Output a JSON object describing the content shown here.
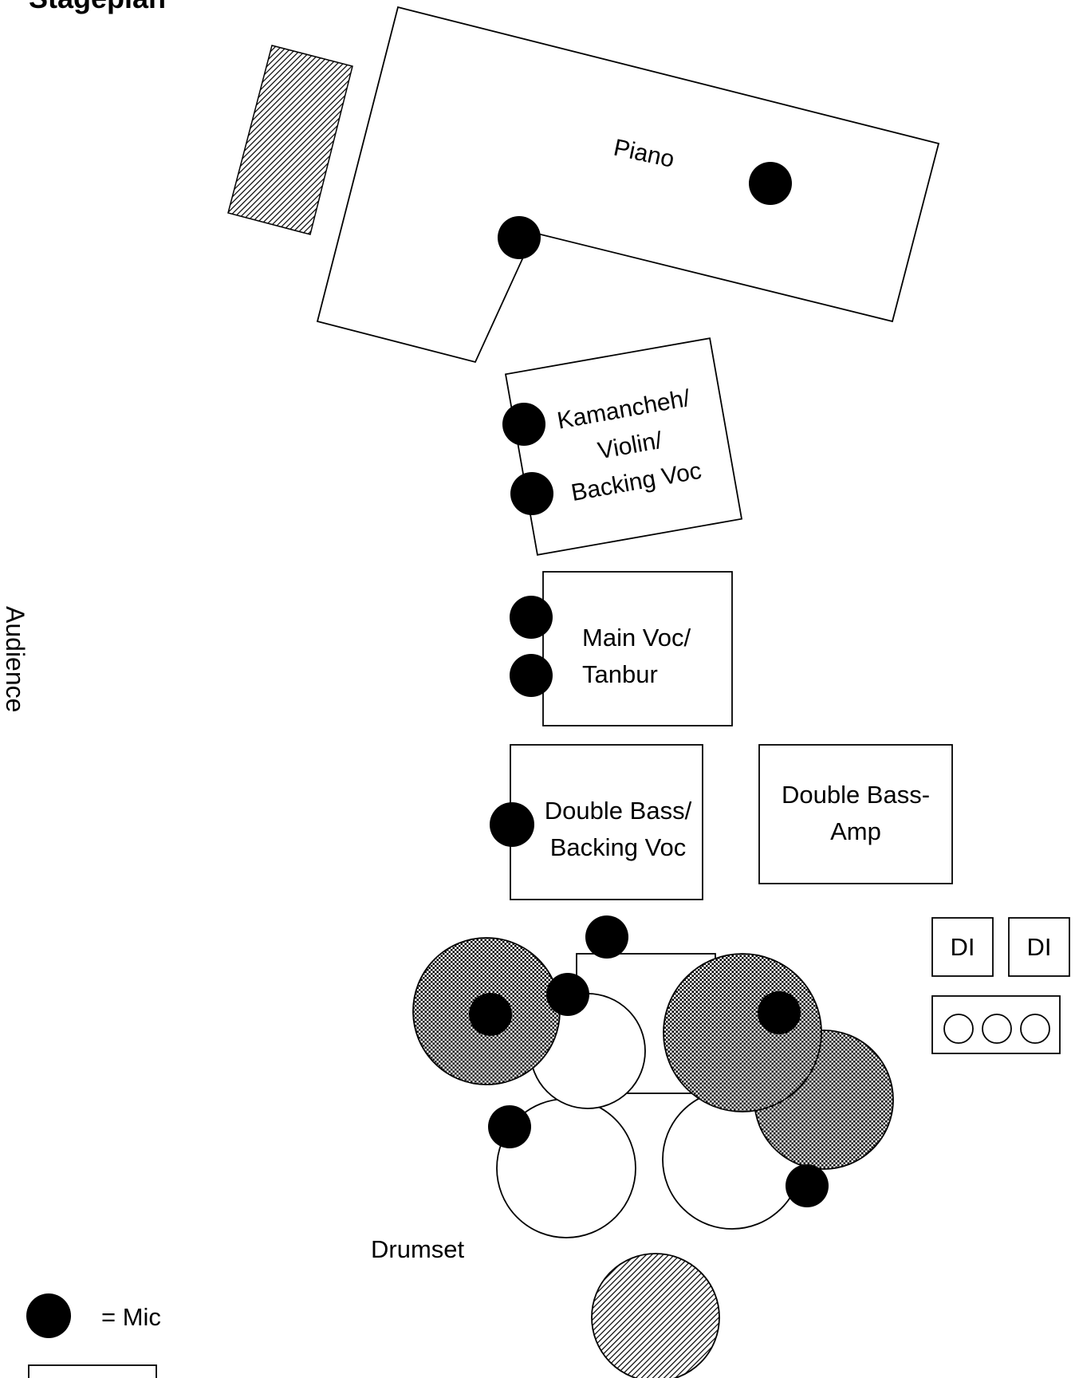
{
  "title": "Stageplan",
  "audience_label": "Audience",
  "items": {
    "piano": "Piano",
    "kamancheh_line1": "Kamancheh/",
    "kamancheh_line2": "Violin/",
    "kamancheh_line3": "Backing Voc",
    "main_voc_line1": "Main Voc/",
    "main_voc_line2": "Tanbur",
    "double_bass_line1": "Double Bass/",
    "double_bass_line2": "Backing Voc",
    "bass_amp_line1": "Double Bass-",
    "bass_amp_line2": "Amp",
    "di_1": "DI",
    "di_2": "DI",
    "drumset": "Drumset"
  },
  "legend": {
    "mic": "= Mic"
  },
  "colors": {
    "line": "#000000",
    "mic": "#000000",
    "background": "#ffffff"
  }
}
